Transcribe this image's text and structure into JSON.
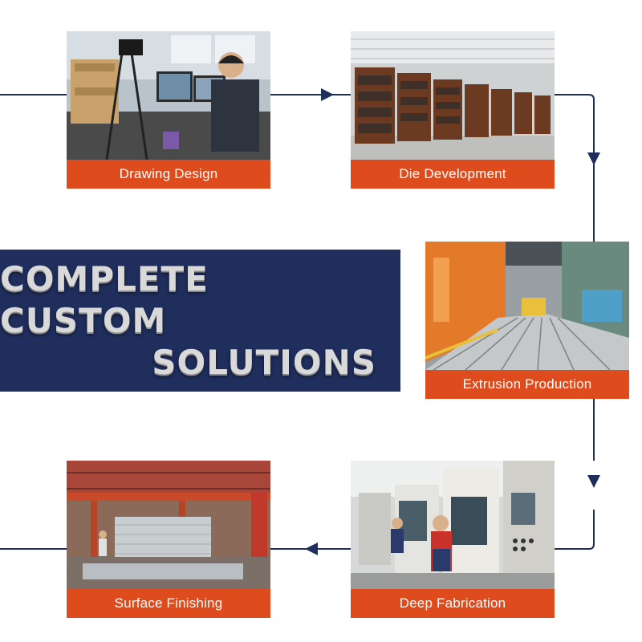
{
  "banner": {
    "line1": "COMPLETE CUSTOM",
    "line2": "SOLUTIONS"
  },
  "steps": [
    {
      "label": "Drawing Design"
    },
    {
      "label": "Die Development"
    },
    {
      "label": "Extrusion Production"
    },
    {
      "label": "Deep Fabrication"
    },
    {
      "label": "Surface Finishing"
    }
  ],
  "colors": {
    "accent": "#de4b1c",
    "banner": "#1f2e5c",
    "connector": "#1f2e5c"
  }
}
